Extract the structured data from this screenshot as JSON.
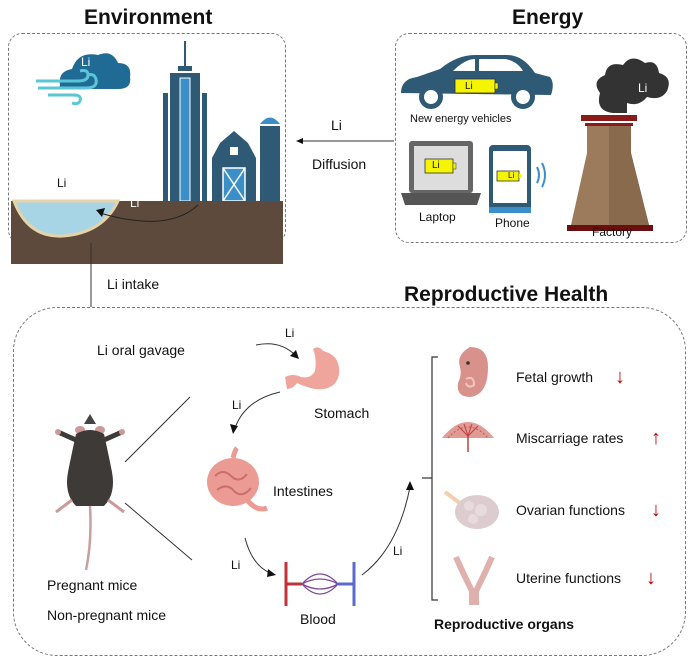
{
  "panels": {
    "environment": {
      "title": "Environment",
      "cloud_label": "Li",
      "water_label": "Li",
      "soil_label": "Li"
    },
    "energy": {
      "title": "Energy",
      "items": [
        {
          "label": "New energy vehicles",
          "battery_label": "Li"
        },
        {
          "label": "Laptop",
          "battery_label": "Li"
        },
        {
          "label": "Phone",
          "battery_label": "Li"
        },
        {
          "label": "Factory",
          "smoke_label": "Li"
        }
      ]
    },
    "reproductive_health": {
      "title": "Reproductive Health",
      "mice_labels": [
        "Pregnant mice",
        "Non-pregnant mice"
      ],
      "pathway": [
        {
          "organ": "Stomach",
          "in_label": "Li"
        },
        {
          "organ": "Intestines",
          "in_label": "Li"
        },
        {
          "organ": "Blood",
          "in_label": "Li"
        }
      ],
      "blood_out_label": "Li",
      "organs_caption": "Reproductive organs",
      "effects": [
        {
          "label": "Fetal growth",
          "direction": "down",
          "symbol": "↓"
        },
        {
          "label": "Miscarriage rates",
          "direction": "up",
          "symbol": "↑"
        },
        {
          "label": "Ovarian functions",
          "direction": "down",
          "symbol": "↓"
        },
        {
          "label": "Uterine functions",
          "direction": "down",
          "symbol": "↓"
        }
      ]
    }
  },
  "connectors": {
    "diffusion": {
      "top_label": "Li",
      "bottom_label": "Diffusion"
    },
    "intake": {
      "label": "Li intake",
      "gavage_label": "Li oral gavage"
    }
  },
  "colors": {
    "building_dark": "#2f5a75",
    "building_light": "#3a8fc8",
    "soil": "#5e4a3c",
    "water": "#a8d5e6",
    "battery": "#f5f500",
    "smoke": "#333333",
    "chimney": "#8c6a4e",
    "organ_pink": "#e8a09a",
    "effect_arrow": "#c00000"
  }
}
